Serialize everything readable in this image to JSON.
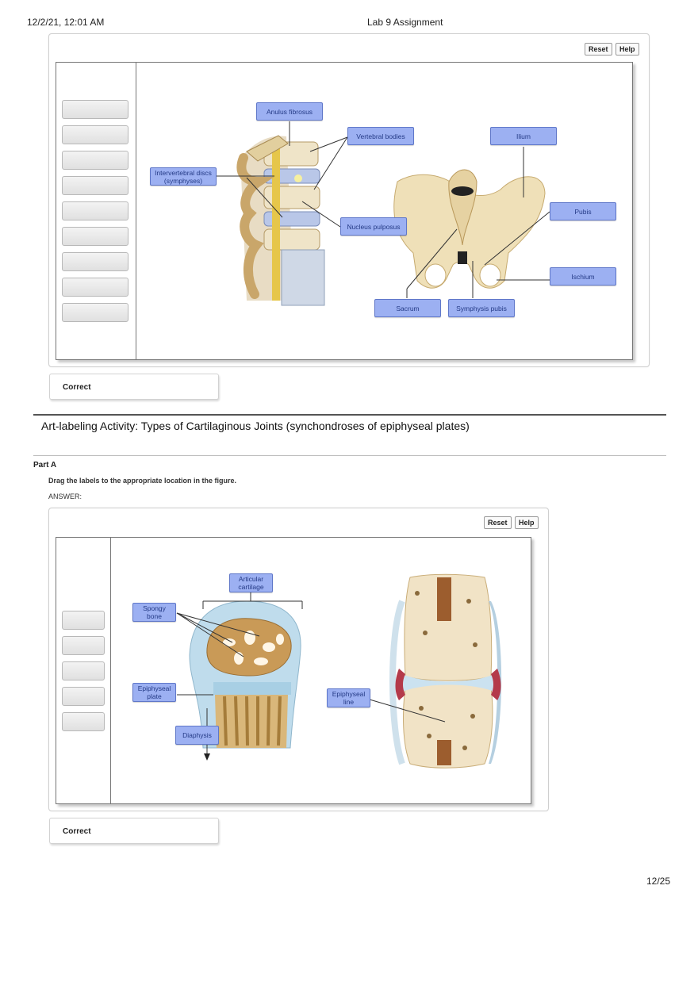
{
  "print_header": {
    "datetime": "12/2/21, 12:01 AM",
    "title": "Lab 9 Assignment"
  },
  "activity1": {
    "buttons": {
      "reset": "Reset",
      "help": "Help"
    },
    "labels": {
      "anulus_fibrosus": "Anulus fibrosus",
      "vertebral_bodies": "Vertebral bodies",
      "ilium": "Ilium",
      "intervertebral_discs": "Intervertebral discs (symphyses)",
      "pubis": "Pubis",
      "nucleus_pulposus": "Nucleus pulposus",
      "ischium": "Ischium",
      "sacrum": "Sacrum",
      "symphysis_pubis": "Symphysis pubis"
    },
    "feedback": "Correct"
  },
  "activity2": {
    "title": "Art-labeling Activity: Types of Cartilaginous Joints (synchondroses of epiphyseal plates)",
    "part": "Part A",
    "instruction": "Drag the labels to the appropriate location in the figure.",
    "answer_label": "ANSWER:",
    "buttons": {
      "reset": "Reset",
      "help": "Help"
    },
    "labels": {
      "articular_cartilage": "Articular cartilage",
      "spongy_bone": "Spongy bone",
      "epiphyseal_plate": "Epiphyseal plate",
      "epiphyseal_line": "Epiphyseal line",
      "diaphysis": "Diaphysis"
    },
    "feedback": "Correct"
  },
  "footer": {
    "page": "12/25"
  }
}
